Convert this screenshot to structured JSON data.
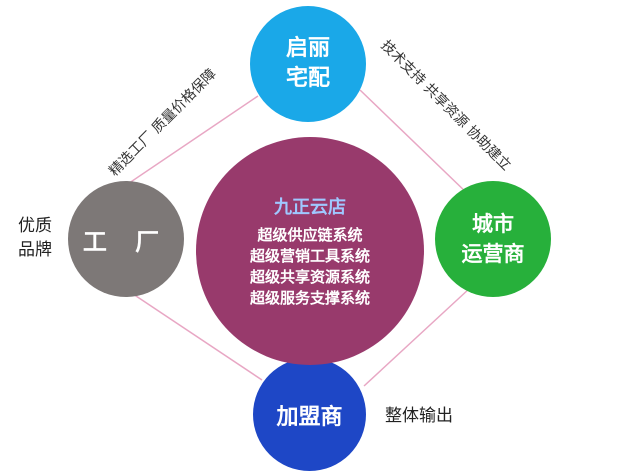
{
  "colors": {
    "top": "#1aa8e8",
    "left": "#7d7877",
    "right": "#27b03b",
    "bottom": "#1e47c6",
    "center": "#983a6c",
    "center_title": "#9fc8ff",
    "connector": "#e8a7c4"
  },
  "nodes": {
    "top": {
      "line1": "启丽",
      "line2": "宅配"
    },
    "left": {
      "label": "工 厂"
    },
    "right": {
      "line1": "城市",
      "line2": "运营商"
    },
    "bottom": {
      "label": "加盟商"
    },
    "center": {
      "title": "九正云店",
      "lines": [
        "超级供应链系统",
        "超级营销工具系统",
        "超级共享资源系统",
        "超级服务支撑系统"
      ]
    }
  },
  "labels": {
    "top_left_diag": "精选工厂   质量价格保障",
    "top_right_diag": "技术支持   共享资源   协助建立",
    "left_side": {
      "line1": "优质",
      "line2": "品牌"
    },
    "bottom_right": "整体输出"
  }
}
